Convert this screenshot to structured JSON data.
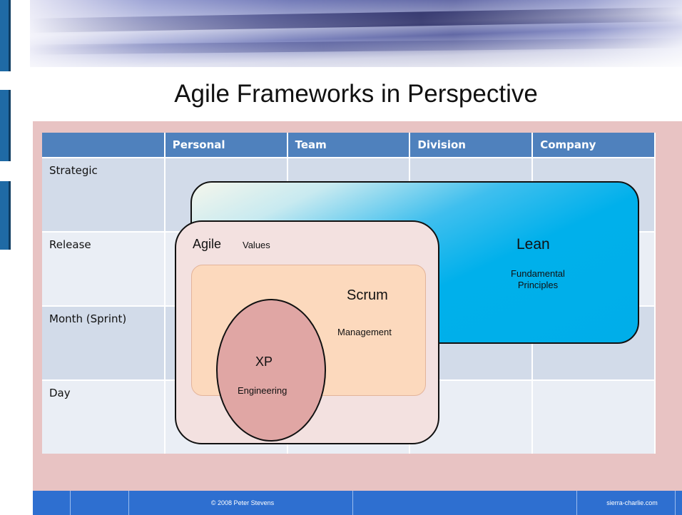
{
  "slide": {
    "title": "Agile Frameworks in Perspective"
  },
  "table": {
    "columns": [
      "",
      "Personal",
      "Team",
      "Division",
      "Company"
    ],
    "rows": [
      {
        "label": "Strategic"
      },
      {
        "label": "Release"
      },
      {
        "label": "Month (Sprint)"
      },
      {
        "label": "Day"
      }
    ]
  },
  "frameworks": {
    "lean": {
      "title": "Lean",
      "subtitle": "Fundamental Principles"
    },
    "agile": {
      "title": "Agile",
      "subtitle": "Values"
    },
    "scrum": {
      "title": "Scrum",
      "subtitle": "Management"
    },
    "xp": {
      "title": "XP",
      "subtitle": "Engineering"
    }
  },
  "footer": {
    "left": "© 2008 Peter Stevens",
    "right": "sierra-charlie.com"
  },
  "colors": {
    "header_blue": "#4f81bd",
    "lean_cyan": "#00b0eb",
    "agile_pink": "#f3e1e0",
    "scrum_orange": "#fcd9bd",
    "xp_rose": "#e0a6a4",
    "footer_blue": "#2e6fd0"
  }
}
